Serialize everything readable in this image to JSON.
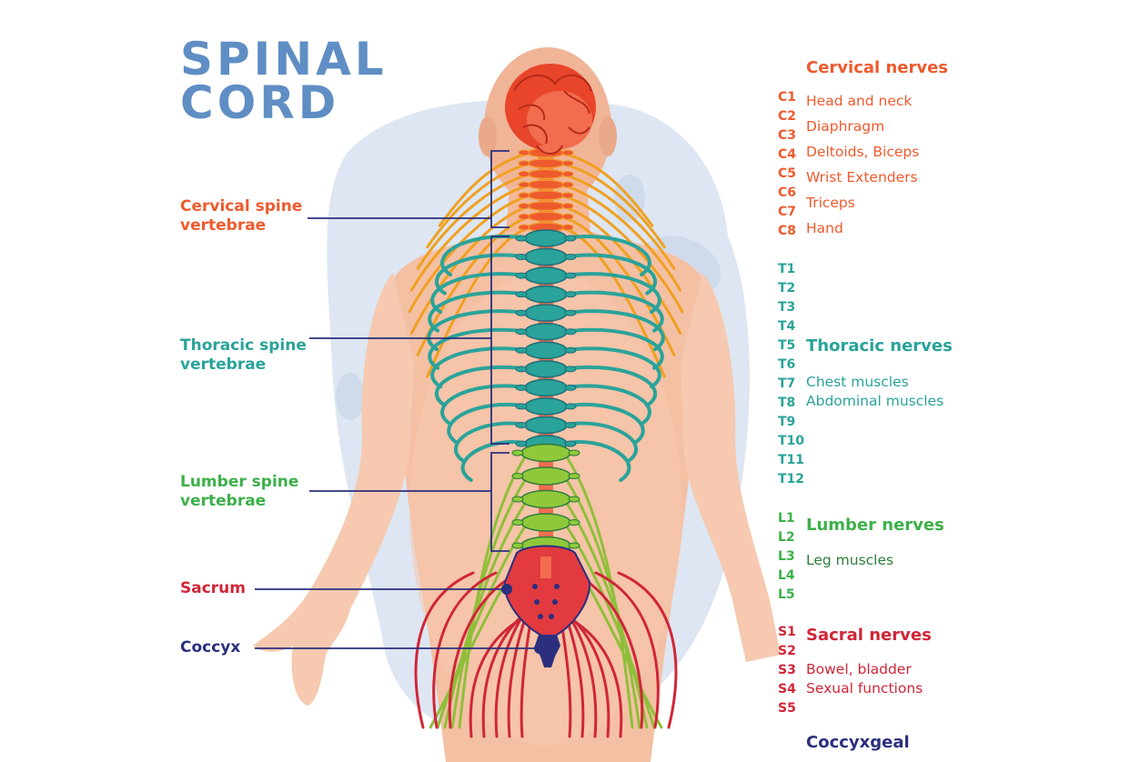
{
  "title": {
    "line1": "SPINAL",
    "line2": "CORD"
  },
  "colors": {
    "title": "#5f8ec4",
    "cervical": "#ee5a2e",
    "thoracic": "#2aa39a",
    "lumbar": "#3db04a",
    "lumbar_desc": "#2e7d3a",
    "sacral": "#d02638",
    "coccyx": "#2b2f7e",
    "skin": "#f2b99a",
    "bg_blob": "#dde6f2"
  },
  "left_labels": {
    "cervical": {
      "line1": "Cervical spine",
      "line2": "vertebrae"
    },
    "thoracic": {
      "line1": "Thoracic spine",
      "line2": "vertebrae"
    },
    "lumbar": {
      "line1": "Lumber spine",
      "line2": "vertebrae"
    },
    "sacrum": "Sacrum",
    "coccyx": "Coccyx"
  },
  "nerves": {
    "cervical": {
      "heading": "Cervical nerves",
      "codes": [
        "C1",
        "C2",
        "C3",
        "C4",
        "C5",
        "C6",
        "C7",
        "C8"
      ],
      "functions": [
        "Head and neck",
        "Diaphragm",
        "Deltoids, Biceps",
        "Wrist Extenders",
        "Triceps",
        "Hand"
      ]
    },
    "thoracic": {
      "heading": "Thoracic nerves",
      "codes": [
        "T1",
        "T2",
        "T3",
        "T4",
        "T5",
        "T6",
        "T7",
        "T8",
        "T9",
        "T10",
        "T11",
        "T12"
      ],
      "functions": [
        "Chest muscles",
        "Abdominal muscles"
      ]
    },
    "lumbar": {
      "heading": "Lumber nerves",
      "codes": [
        "L1",
        "L2",
        "L3",
        "L4",
        "L5"
      ],
      "functions": [
        "Leg muscles"
      ]
    },
    "sacral": {
      "heading": "Sacral nerves",
      "codes": [
        "S1",
        "S2",
        "S3",
        "S4",
        "S5"
      ],
      "functions": [
        "Bowel, bladder",
        "Sexual functions"
      ]
    },
    "coccygeal": {
      "heading": "Coccyxgeal"
    }
  },
  "icons": [
    "brain-icon",
    "spine-illustration",
    "body-silhouette"
  ]
}
